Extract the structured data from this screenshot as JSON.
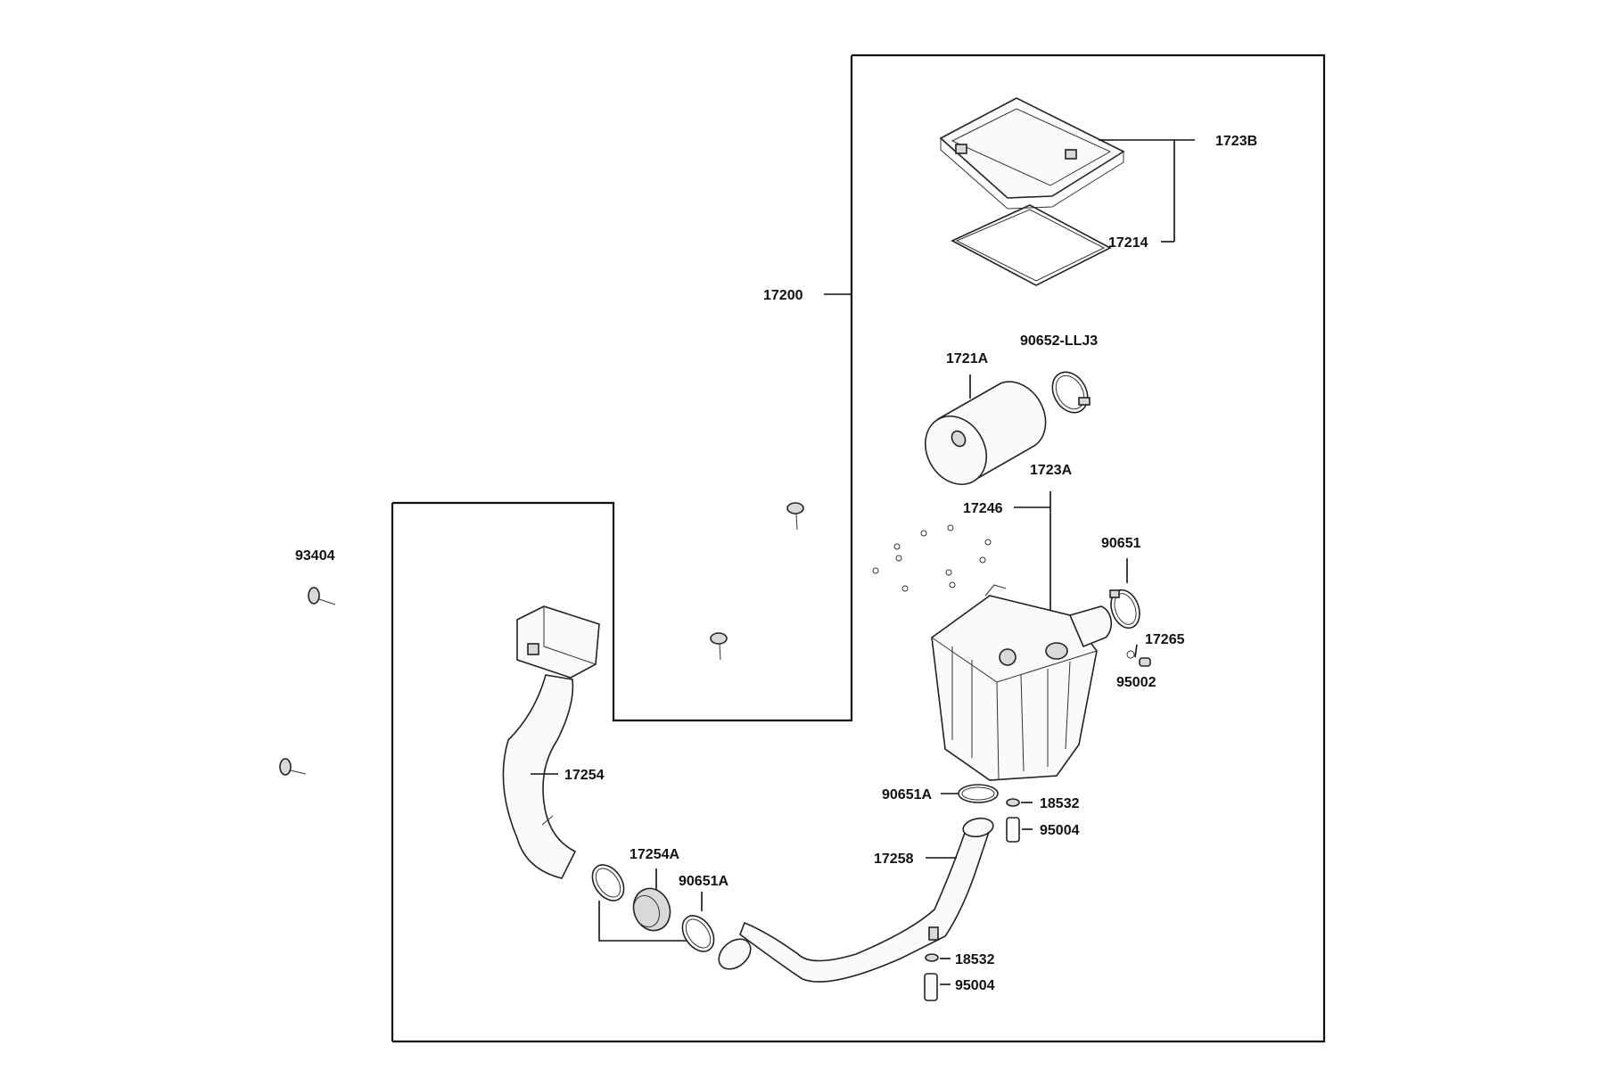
{
  "labels": {
    "p1723B": "1723B",
    "p17214": "17214",
    "p17200": "17200",
    "p90652": "90652-LLJ3",
    "p1721A": "1721A",
    "p1723A": "1723A",
    "p17246": "17246",
    "p90651": "90651",
    "p17265": "17265",
    "p95002": "95002",
    "p93404": "93404",
    "p17254": "17254",
    "p90651A_top": "90651A",
    "p18532_top": "18532",
    "p95004_top": "95004",
    "p17258": "17258",
    "p17254A": "17254A",
    "p90651A_low": "90651A",
    "p18532_low": "18532",
    "p95004_low": "95004"
  }
}
